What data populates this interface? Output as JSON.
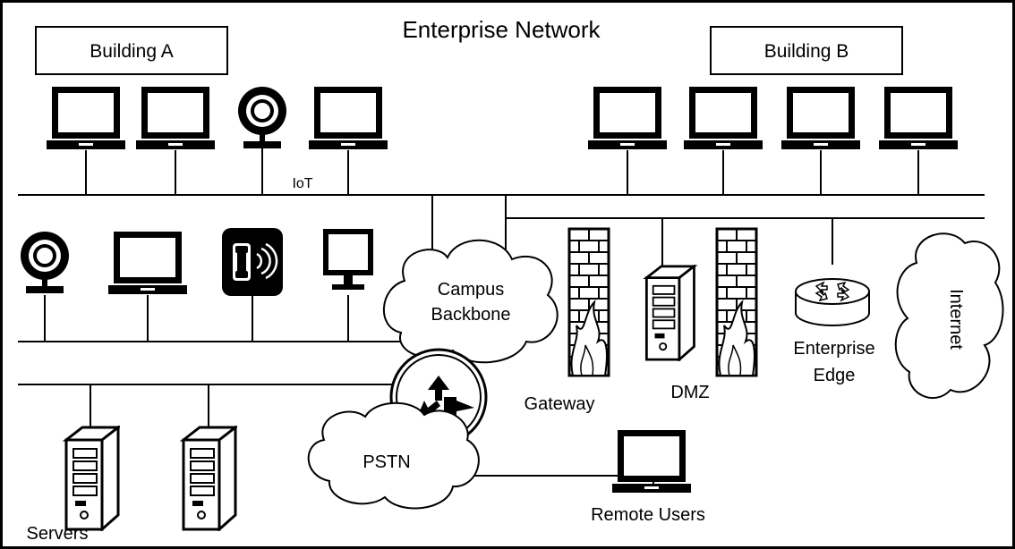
{
  "title": "Enterprise Network",
  "labels": {
    "building_a": "Building A",
    "building_b": "Building B",
    "iot": "IoT",
    "campus_line1": "Campus",
    "campus_line2": "Backbone",
    "pstn": "PSTN",
    "gateway": "Gateway",
    "dmz": "DMZ",
    "edge_line1": "Enterprise",
    "edge_line2": "Edge",
    "internet": "Internet",
    "remote_users": "Remote Users",
    "servers": "Servers"
  },
  "colors": {
    "ink": "#000000",
    "paper": "#ffffff"
  },
  "icons": [
    "laptop-icon",
    "webcam-icon",
    "ip-phone-icon",
    "monitor-icon",
    "server-tower-icon",
    "firewall-icon",
    "router-icon",
    "cloud-icon"
  ]
}
